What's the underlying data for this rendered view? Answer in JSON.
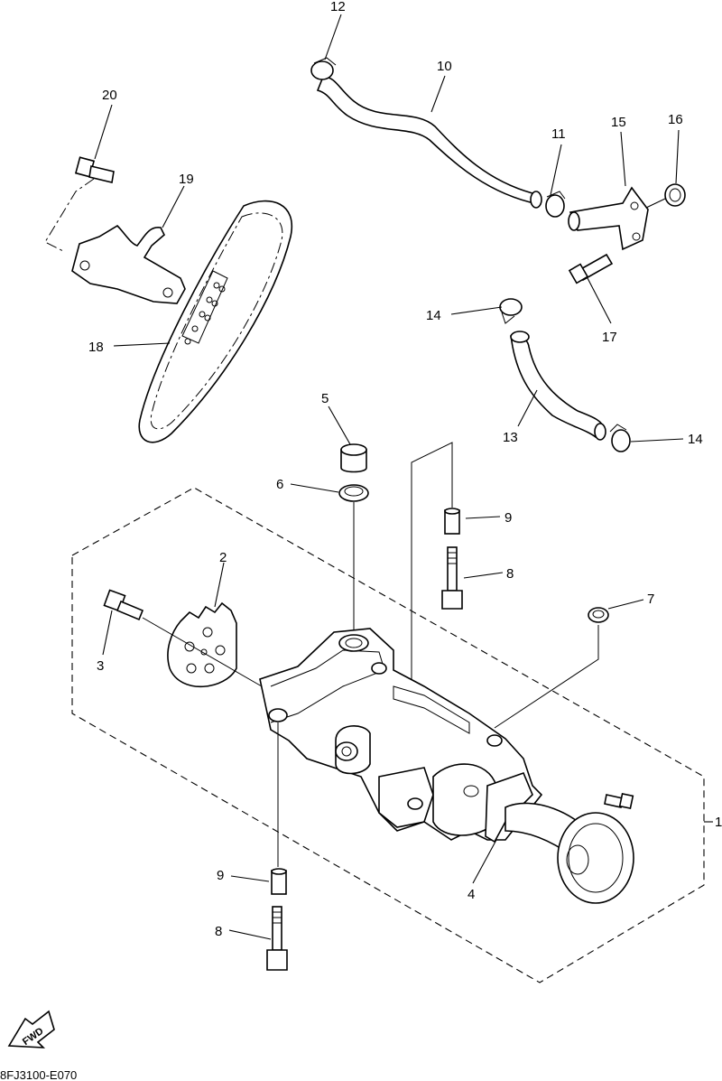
{
  "diagram": {
    "code": "8FJ3100-E070",
    "fwd_label": "FWD",
    "callouts": {
      "c1": "1",
      "c2": "2",
      "c3": "3",
      "c4": "4",
      "c5": "5",
      "c6": "6",
      "c7": "7",
      "c8a": "8",
      "c8b": "8",
      "c9a": "9",
      "c9b": "9",
      "c10": "10",
      "c11": "11",
      "c12": "12",
      "c13": "13",
      "c14a": "14",
      "c14b": "14",
      "c15": "15",
      "c16": "16",
      "c17": "17",
      "c18": "18",
      "c19": "19",
      "c20": "20"
    }
  }
}
